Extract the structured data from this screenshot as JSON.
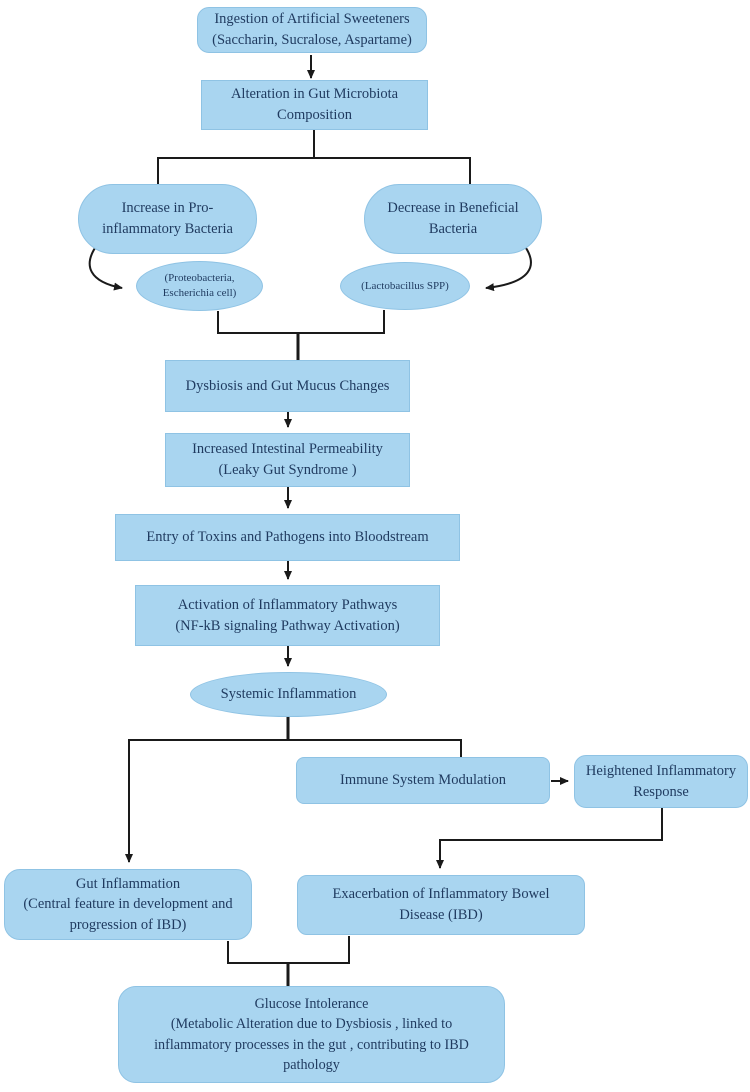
{
  "diagram": {
    "type": "flowchart",
    "colors": {
      "node_fill": "#a9d5f0",
      "node_border": "#8fc3e4",
      "text": "#1f3a5f",
      "connector": "#1a1a1a"
    },
    "nodes": {
      "ingestion": {
        "label": "Ingestion of Artificial Sweeteners\n(Saccharin, Sucralose, Aspartame)"
      },
      "alteration": {
        "label": "Alteration in Gut Microbiota\nComposition"
      },
      "increase_proinflammatory": {
        "label": "Increase in Pro-\ninflammatory Bacteria"
      },
      "decrease_beneficial": {
        "label": "Decrease in Beneficial\nBacteria"
      },
      "proteobacteria": {
        "label": "(Proteobacteria,\nEscherichia cell)"
      },
      "lactobacillus": {
        "label": "(Lactobacillus SPP)"
      },
      "dysbiosis": {
        "label": "Dysbiosis and Gut Mucus Changes"
      },
      "permeability": {
        "label": "Increased Intestinal Permeability\n(Leaky Gut Syndrome )"
      },
      "toxins": {
        "label": "Entry of Toxins and Pathogens into Bloodstream"
      },
      "inflammatory_pathways": {
        "label": "Activation of Inflammatory Pathways\n(NF-kB signaling Pathway Activation)"
      },
      "systemic_inflammation": {
        "label": "Systemic Inflammation"
      },
      "immune_modulation": {
        "label": "Immune System Modulation"
      },
      "heightened_response": {
        "label": "Heightened Inflammatory\nResponse"
      },
      "gut_inflammation": {
        "label": "Gut Inflammation\n(Central feature in development and\nprogression of IBD)"
      },
      "exacerbation_ibd": {
        "label": "Exacerbation of Inflammatory Bowel\nDisease (IBD)"
      },
      "glucose_intolerance": {
        "label": "Glucose Intolerance\n(Metabolic Alteration due to Dysbiosis , linked to\ninflammatory processes in the gut , contributing to IBD\npathology"
      }
    },
    "edges": [
      {
        "from": "ingestion",
        "to": "alteration",
        "style": "arrow"
      },
      {
        "from": "alteration",
        "to": "increase_proinflammatory",
        "style": "line"
      },
      {
        "from": "alteration",
        "to": "decrease_beneficial",
        "style": "line"
      },
      {
        "from": "increase_proinflammatory",
        "to": "proteobacteria",
        "style": "curved-arrow"
      },
      {
        "from": "decrease_beneficial",
        "to": "lactobacillus",
        "style": "curved-arrow"
      },
      {
        "from": "proteobacteria",
        "to": "dysbiosis",
        "style": "line"
      },
      {
        "from": "lactobacillus",
        "to": "dysbiosis",
        "style": "line"
      },
      {
        "from": "dysbiosis",
        "to": "permeability",
        "style": "arrow"
      },
      {
        "from": "permeability",
        "to": "toxins",
        "style": "arrow"
      },
      {
        "from": "toxins",
        "to": "inflammatory_pathways",
        "style": "arrow"
      },
      {
        "from": "inflammatory_pathways",
        "to": "systemic_inflammation",
        "style": "arrow"
      },
      {
        "from": "systemic_inflammation",
        "to": "gut_inflammation",
        "style": "arrow"
      },
      {
        "from": "systemic_inflammation",
        "to": "immune_modulation",
        "style": "line"
      },
      {
        "from": "immune_modulation",
        "to": "heightened_response",
        "style": "arrow"
      },
      {
        "from": "heightened_response",
        "to": "exacerbation_ibd",
        "style": "arrow"
      },
      {
        "from": "gut_inflammation",
        "to": "glucose_intolerance",
        "style": "line"
      },
      {
        "from": "exacerbation_ibd",
        "to": "glucose_intolerance",
        "style": "line"
      }
    ]
  }
}
